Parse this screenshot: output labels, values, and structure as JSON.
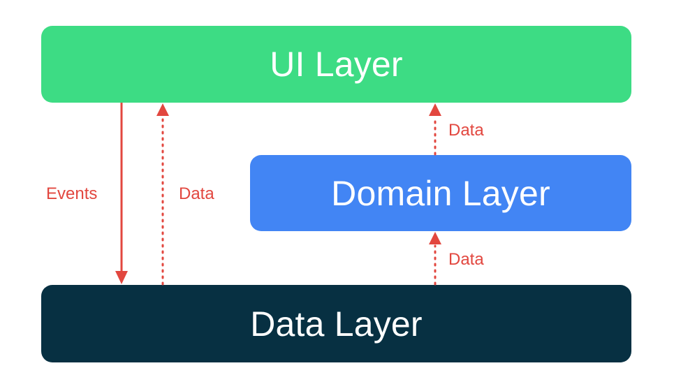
{
  "layers": {
    "ui": {
      "label": "UI Layer",
      "color": "#3ddc84"
    },
    "domain": {
      "label": "Domain Layer",
      "color": "#4285f4"
    },
    "data": {
      "label": "Data Layer",
      "color": "#073042"
    }
  },
  "edges": {
    "events_label": "Events",
    "data_left_label": "Data",
    "data_domain_to_ui_label": "Data",
    "data_data_to_domain_label": "Data",
    "color": "#e2473f"
  }
}
